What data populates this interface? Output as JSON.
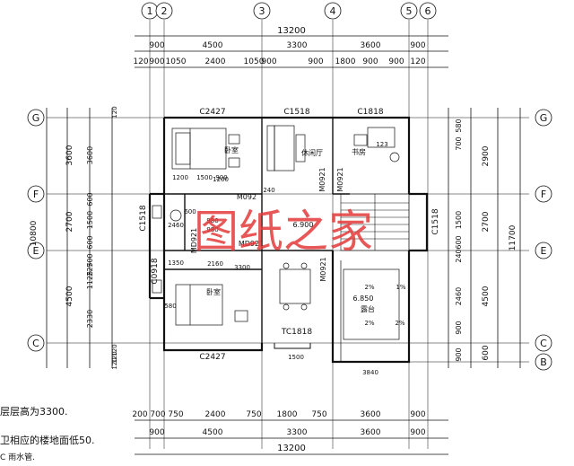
{
  "axes_top": [
    "1",
    "2",
    "3",
    "4",
    "5",
    "6"
  ],
  "axes_side": [
    "G",
    "F",
    "E",
    "C",
    "B"
  ],
  "dims_top": {
    "total": "13200",
    "row1": [
      "900",
      "4500",
      "3300",
      "3600",
      "900"
    ],
    "row2": [
      "120",
      "900",
      "1050",
      "2400",
      "1050",
      "900",
      "900",
      "1800",
      "900",
      "900",
      "120"
    ]
  },
  "dims_bottom": {
    "total": "13200",
    "row1": [
      "900",
      "4500",
      "3300",
      "3600",
      "900"
    ],
    "row2": [
      "200",
      "700",
      "750",
      "2400",
      "750",
      "1800",
      "750",
      "3600",
      "900"
    ]
  },
  "dims_left": {
    "total": "10800",
    "outer": [
      "3600",
      "2700",
      "4500"
    ],
    "inner": [
      "3600",
      "600",
      "1500",
      "600",
      "700",
      "225",
      "1125",
      "2330"
    ],
    "small": [
      "120",
      "120",
      "120",
      "120"
    ]
  },
  "dims_right": {
    "total": "11700",
    "outer": [
      "2900",
      "2700",
      "4500",
      "600"
    ],
    "inner": [
      "580",
      "700",
      "1500",
      "600",
      "240",
      "2460",
      "900",
      "900"
    ]
  },
  "windows": [
    "C2427",
    "C1518",
    "C1818",
    "C2427",
    "TC1818",
    "C1518",
    "C1518",
    "C0918"
  ],
  "doors": [
    "M092",
    "MD921",
    "MD921",
    "M0921",
    "M0921",
    "M0921"
  ],
  "rooms": [
    "卧室",
    "休闲厅",
    "书房",
    "卧室",
    "露台"
  ],
  "levels": [
    "6.900",
    "6.850"
  ],
  "slopes": [
    "2%",
    "2%",
    "1%",
    "2%"
  ],
  "interior_dims": [
    "1200",
    "1500",
    "900",
    "3300",
    "1500",
    "2160",
    "3840",
    "1350",
    "580",
    "600",
    "2460",
    "123",
    "1200",
    "240",
    "980",
    "980"
  ],
  "notes": [
    "层层高为3300.",
    "卫相应的楼地面低50.",
    "C 雨水管."
  ],
  "watermark": "图纸之家"
}
